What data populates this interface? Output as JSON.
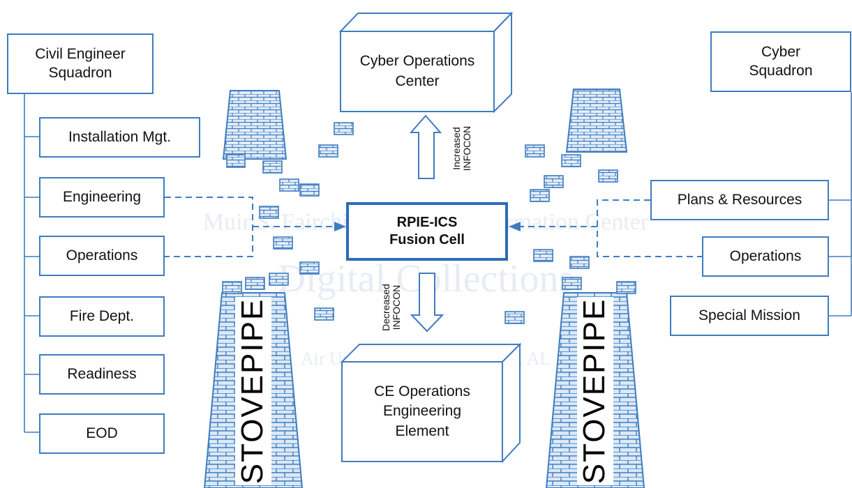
{
  "diagram": {
    "left_group": {
      "header": [
        "Civil Engineer",
        "Squadron"
      ],
      "items": [
        "Installation Mgt.",
        "Engineering",
        "Operations",
        "Fire Dept.",
        "Readiness",
        "EOD"
      ]
    },
    "right_group": {
      "header": [
        "Cyber",
        "Squadron"
      ],
      "items": [
        "Plans & Resources",
        "Operations",
        "Special Mission"
      ]
    },
    "top_cube": [
      "Cyber Operations",
      "Center"
    ],
    "bottom_cube": [
      "CE Operations",
      "Engineering",
      "Element"
    ],
    "fusion_cell": [
      "RPIE-ICS",
      "Fusion Cell"
    ],
    "up_arrow_label": [
      "Increased",
      "INFOCON"
    ],
    "down_arrow_label": [
      "Decreased",
      "INFOCON"
    ],
    "stovepipe_left": "STOVEPIPE",
    "stovepipe_right": "STOVEPIPE",
    "watermark": {
      "line1": "Muir S. Fairchild Research Information Center",
      "line2": "Digital Collections",
      "line3": "Air University–Maxwell AFB, AL"
    },
    "colors": {
      "box_border": "#3e7cc0",
      "brick_fill": "#dbe8f6",
      "brick_line": "#3e7cc0",
      "connector": "#3e7cc0"
    }
  }
}
